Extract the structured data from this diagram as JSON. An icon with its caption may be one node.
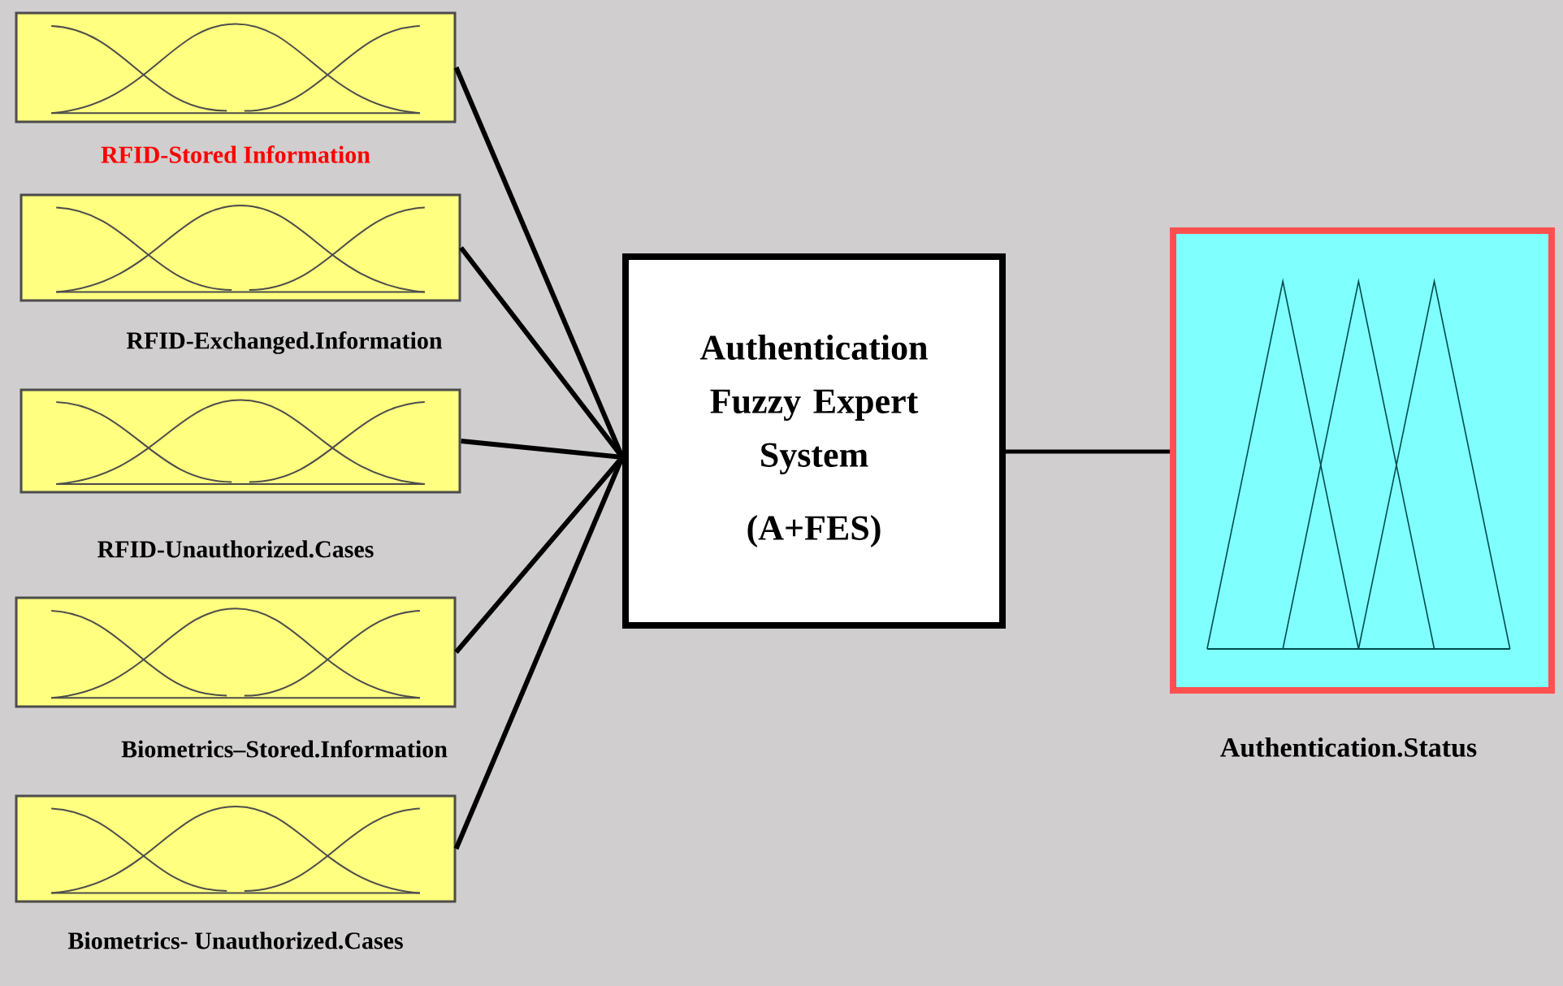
{
  "diagram": {
    "nodes": [
      {
        "text": [
          "RFID-Stored Information"
        ]
      },
      {
        "text": [
          "RFID-Exchanged.Information"
        ]
      },
      {
        "text": [
          "RFID-Unauthorized.Cases"
        ]
      },
      {
        "text": [
          "Biometrics–Stored.Information"
        ]
      },
      {
        "text": [
          "Biometrics- Unauthorized.Cases"
        ]
      },
      {
        "text": [
          "Authentication Fuzzy Expert System",
          "(A+FES)"
        ]
      },
      {
        "text": [
          "Authentication.Status"
        ]
      }
    ],
    "edges": [
      {
        "from": 0,
        "to": 5,
        "arrow": "none"
      },
      {
        "from": 1,
        "to": 5,
        "arrow": "none"
      },
      {
        "from": 2,
        "to": 5,
        "arrow": "none"
      },
      {
        "from": 3,
        "to": 5,
        "arrow": "none"
      },
      {
        "from": 4,
        "to": 5,
        "arrow": "none"
      },
      {
        "from": 5,
        "to": 6,
        "arrow": "none"
      }
    ]
  }
}
